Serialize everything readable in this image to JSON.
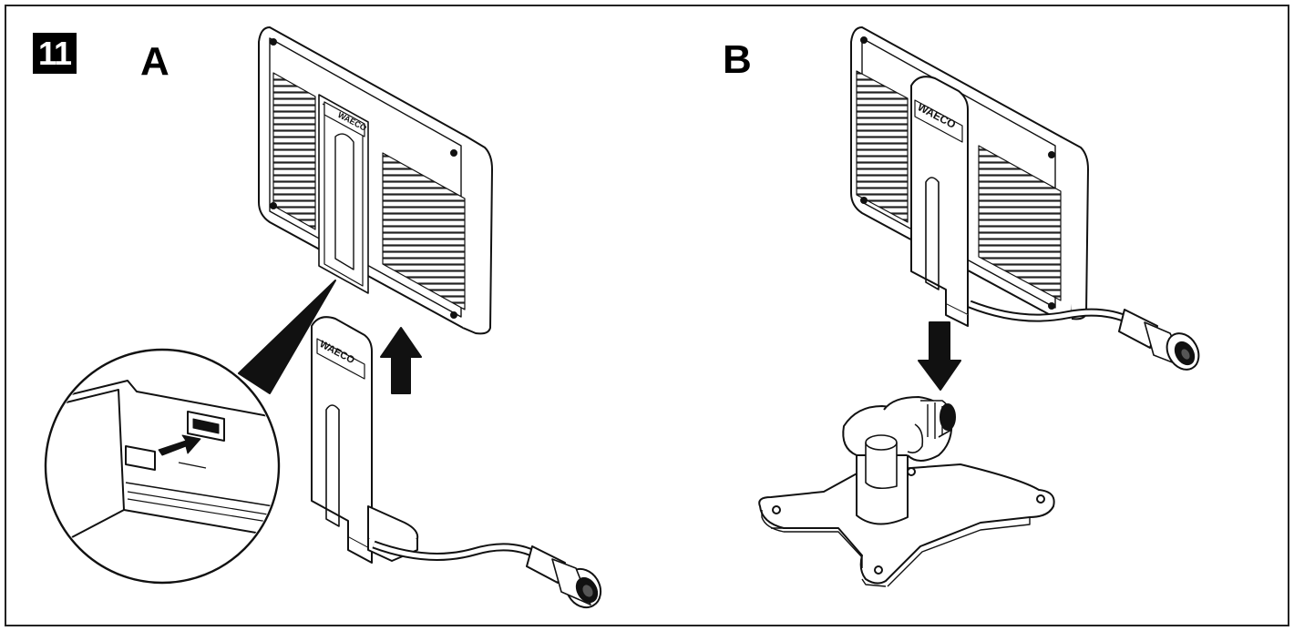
{
  "figure": {
    "number": "11",
    "panels": [
      {
        "id": "A",
        "label": "A",
        "brand_label": "WAECO",
        "arrow_direction": "up"
      },
      {
        "id": "B",
        "label": "B",
        "brand_label": "WAECO",
        "arrow_direction": "down"
      }
    ]
  }
}
